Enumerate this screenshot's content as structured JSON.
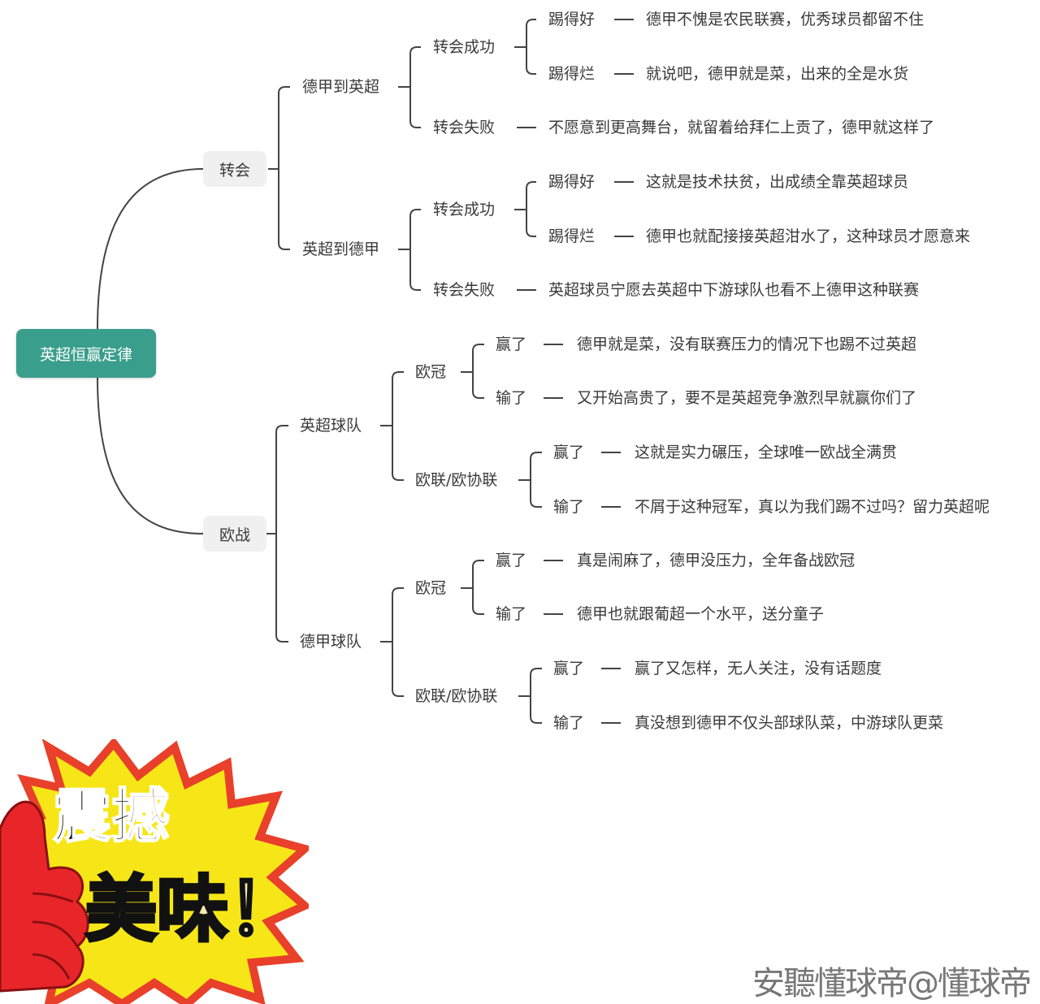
{
  "root": "英超恒赢定律",
  "branches": [
    {
      "label": "转会",
      "children": [
        {
          "label": "德甲到英超",
          "children": [
            {
              "label": "转会成功",
              "children": [
                {
                  "label": "踢得好",
                  "comment": "德甲不愧是农民联赛，优秀球员都留不住"
                },
                {
                  "label": "踢得烂",
                  "comment": "就说吧，德甲就是菜，出来的全是水货"
                }
              ]
            },
            {
              "label": "转会失败",
              "comment": "不愿意到更高舞台，就留着给拜仁上贡了，德甲就这样了"
            }
          ]
        },
        {
          "label": "英超到德甲",
          "children": [
            {
              "label": "转会成功",
              "children": [
                {
                  "label": "踢得好",
                  "comment": "这就是技术扶贫，出成绩全靠英超球员"
                },
                {
                  "label": "踢得烂",
                  "comment": "德甲也就配接接英超泔水了，这种球员才愿意来"
                }
              ]
            },
            {
              "label": "转会失败",
              "comment": "英超球员宁愿去英超中下游球队也看不上德甲这种联赛"
            }
          ]
        }
      ]
    },
    {
      "label": "欧战",
      "children": [
        {
          "label": "英超球队",
          "children": [
            {
              "label": "欧冠",
              "children": [
                {
                  "label": "赢了",
                  "comment": "德甲就是菜，没有联赛压力的情况下也踢不过英超"
                },
                {
                  "label": "输了",
                  "comment": "又开始高贵了，要不是英超竞争激烈早就赢你们了"
                }
              ]
            },
            {
              "label": "欧联/欧协联",
              "children": [
                {
                  "label": "赢了",
                  "comment": "这就是实力碾压，全球唯一欧战全满贯"
                },
                {
                  "label": "输了",
                  "comment": "不屑于这种冠军，真以为我们踢不过吗？留力英超呢"
                }
              ]
            }
          ]
        },
        {
          "label": "德甲球队",
          "children": [
            {
              "label": "欧冠",
              "children": [
                {
                  "label": "赢了",
                  "comment": "真是闹麻了，德甲没压力，全年备战欧冠"
                },
                {
                  "label": "输了",
                  "comment": "德甲也就跟葡超一个水平，送分童子"
                }
              ]
            },
            {
              "label": "欧联/欧协联",
              "children": [
                {
                  "label": "赢了",
                  "comment": "赢了又怎样，无人关注，没有话题度"
                },
                {
                  "label": "输了",
                  "comment": "真没想到德甲不仅头部球队菜，中游球队更菜"
                }
              ]
            }
          ]
        }
      ]
    }
  ],
  "sticker": {
    "line1": "震撼",
    "line2": "美味！"
  },
  "watermark": "安聽懂球帝@懂球帝",
  "colors": {
    "root": "#3a9e8c",
    "branch_bg": "#f0f0f0",
    "line": "#444444"
  }
}
